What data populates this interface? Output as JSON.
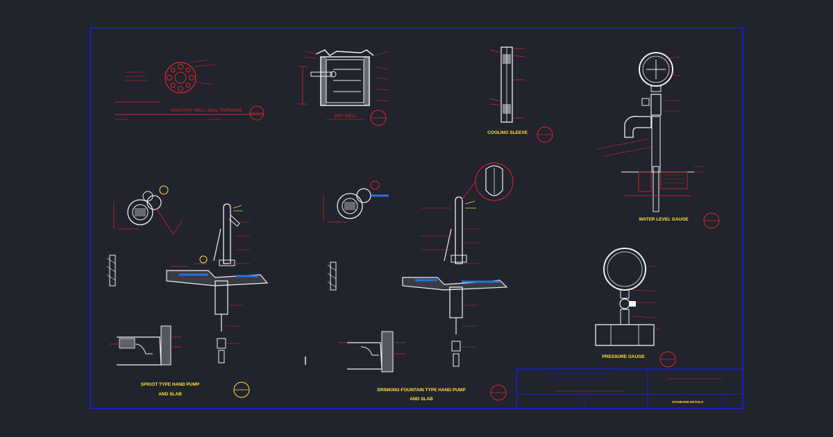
{
  "drawing": {
    "details": [
      {
        "id": "sanitary",
        "title": "SANITARY WELL SEAL TAPPINGS"
      },
      {
        "id": "dry-well",
        "title": "DRY WELL"
      },
      {
        "id": "cooling",
        "title": "COOLING SLEEVE"
      },
      {
        "id": "water-level",
        "title": "WATER LEVEL GAUGE"
      },
      {
        "id": "spigot",
        "title": "SPIGOT TYPE HAND PUMP",
        "title2": "AND SLAB"
      },
      {
        "id": "fountain",
        "title": "DRINKING-FOUNTAIN TYPE HAND PUMP",
        "title2": "AND SLAB"
      },
      {
        "id": "pressure",
        "title": "PRESSURE GAUGE"
      }
    ],
    "title_block": {
      "sheet_title": "STANDARD DETAILS"
    },
    "colors": {
      "background": "#21232d",
      "border": "#1a1fc4",
      "red": "#e4262b",
      "white": "#f2f2f2",
      "yellow": "#ffe23a",
      "blue": "#2b6fe6"
    }
  }
}
